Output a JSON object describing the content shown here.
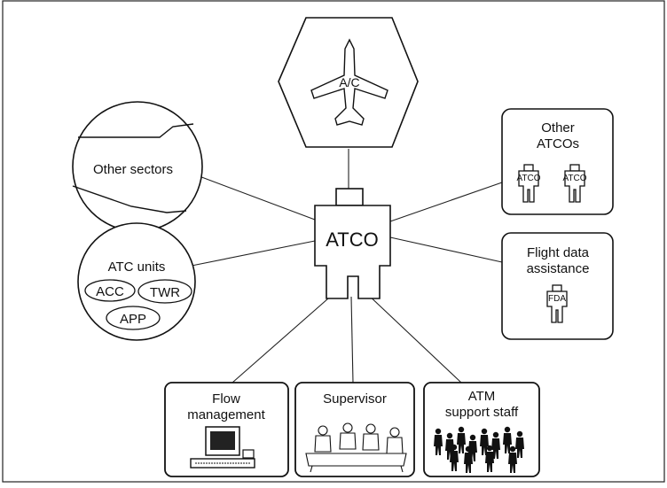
{
  "diagram": {
    "center": {
      "label": "ATCO"
    },
    "aircraft": {
      "label": "A/C"
    },
    "other_sectors": {
      "label": "Other sectors"
    },
    "atc_units": {
      "title": "ATC units",
      "units": [
        "ACC",
        "TWR",
        "APP"
      ]
    },
    "other_atcos": {
      "title_line1": "Other",
      "title_line2": "ATCOs",
      "figure_labels": [
        "ATCO",
        "ATCO"
      ]
    },
    "flight_data_assistance": {
      "title_line1": "Flight data",
      "title_line2": "assistance",
      "figure_label": "FDA"
    },
    "flow_management": {
      "title_line1": "Flow",
      "title_line2": "management"
    },
    "supervisor": {
      "title": "Supervisor"
    },
    "atm_support_staff": {
      "title_line1": "ATM",
      "title_line2": "support staff"
    }
  }
}
